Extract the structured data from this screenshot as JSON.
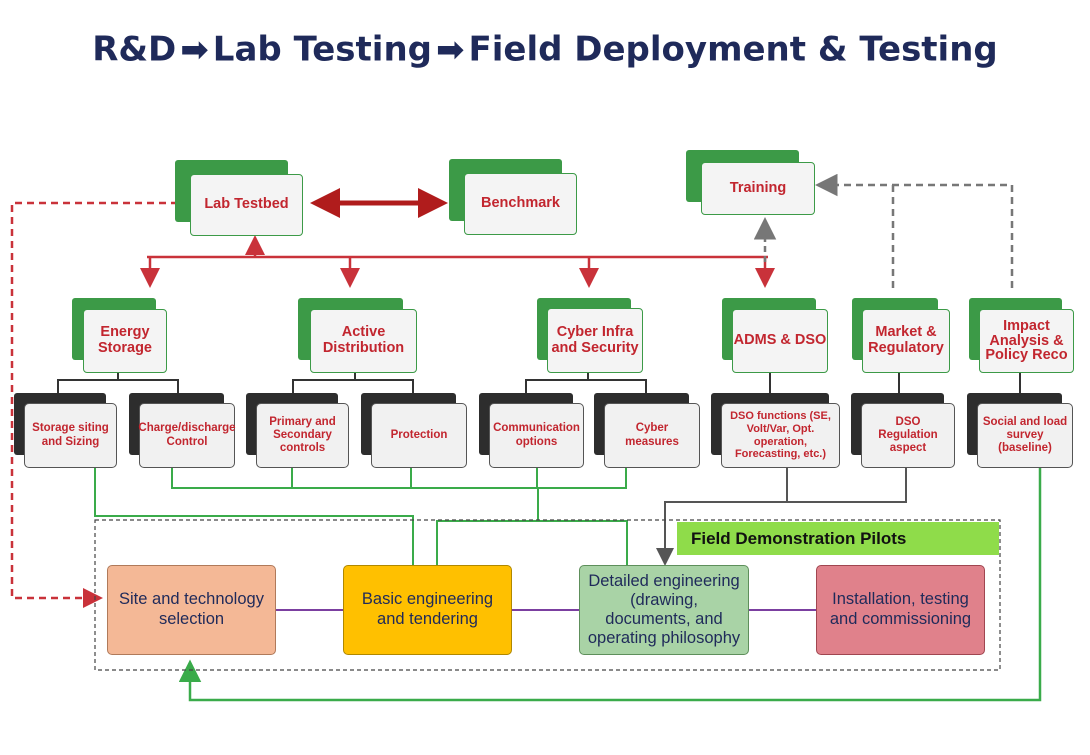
{
  "title": {
    "part1": "R&D",
    "part2": "Lab Testing",
    "part3": "Field Deployment & Testing",
    "arrow": "➡"
  },
  "top_boxes": {
    "lab_testbed": "Lab Testbed",
    "benchmark": "Benchmark",
    "training": "Training"
  },
  "categories": {
    "energy_storage": "Energy Storage",
    "active_distribution": "Active Distribution",
    "cyber": "Cyber Infra and Security",
    "adms": "ADMS & DSO",
    "market": "Market & Regulatory",
    "impact": "Impact Analysis & Policy Reco"
  },
  "subitems": {
    "storage_siting": "Storage siting and Sizing",
    "charge_control": "Charge/discharge Control",
    "primary_secondary": "Primary and Secondary controls",
    "protection": "Protection",
    "communication": "Communication options",
    "cyber_measures": "Cyber measures",
    "dso_functions": "DSO functions (SE, Volt/Var, Opt. operation, Forecasting, etc.)",
    "dso_regulation": "DSO Regulation aspect",
    "social_survey": "Social and load survey (baseline)"
  },
  "field": {
    "label": "Field Demonstration Pilots",
    "site_selection": "Site and technology selection",
    "basic_engineering": "Basic engineering and tendering",
    "detailed_engineering": "Detailed engineering (drawing, documents, and operating philosophy",
    "installation": "Installation, testing and commissioning"
  },
  "colors": {
    "title": "#1f2a5a",
    "green_shadow": "#3c9a47",
    "red_text": "#c2262f",
    "red_line": "#c9323a",
    "dark_red_arrow": "#b01c1c",
    "grey_dash": "#777777",
    "green_line": "#3aab4a",
    "purple_line": "#7b3fa0",
    "site_fill": "#f4b896",
    "basic_fill": "#ffc000",
    "detailed_fill": "#a9d3a6",
    "install_fill": "#e0818b",
    "fdp_label_fill": "#8fdc4a"
  }
}
